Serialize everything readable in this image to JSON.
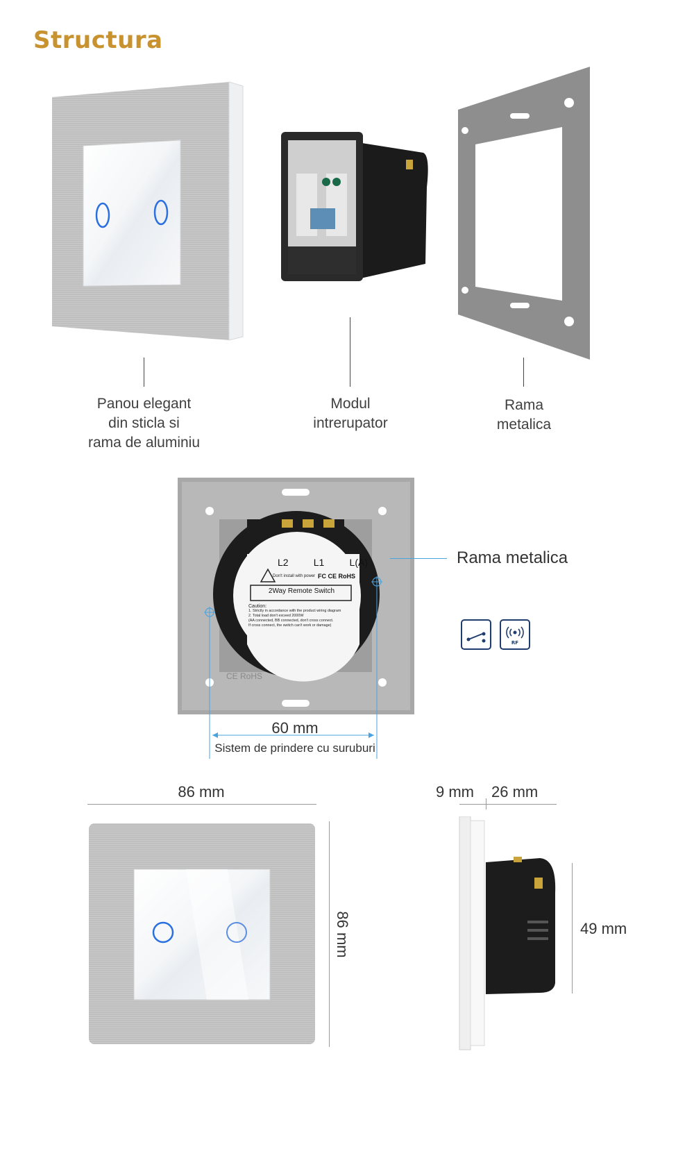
{
  "header": {
    "title": "Structura"
  },
  "parts": [
    {
      "label_lines": [
        "Panou elegant",
        "din sticla si",
        "rama de aluminiu"
      ]
    },
    {
      "label_lines": [
        "Modul",
        "intrerupator"
      ]
    },
    {
      "label_lines": [
        "Rama",
        "metalica"
      ]
    }
  ],
  "back_view": {
    "frame_label": "Rama metalica",
    "terminals": [
      "L2",
      "L1",
      "L(A)"
    ],
    "warning_text": "Don't install with power",
    "cert_text": "FC CE RoHS",
    "product_name": "2Way Remote Switch",
    "caution_title": "Caution:",
    "caution_lines": [
      "1. Strictly in accordance with the product wiring diagram",
      "2. Total load don't exceed 2000W",
      "(AA connected, BB connected, don't cross connect.",
      "If cross connect, the switch can't work or damage)"
    ],
    "frame_marking": "CE RoHS",
    "screw_distance": "60 mm",
    "screw_caption": "Sistem de prindere cu suruburi",
    "icons": [
      "two-way-switch-icon",
      "rf-signal-icon"
    ],
    "rf_label": "RF"
  },
  "dimensions": {
    "width": "86 mm",
    "height": "86 mm",
    "panel_thickness": "9 mm",
    "module_depth": "26 mm",
    "module_height": "49 mm"
  },
  "colors": {
    "title": "#c8922f",
    "accent_line": "#4aa3df",
    "touch_ring": "#2a6fe0",
    "icon_border": "#1f3c6e"
  }
}
